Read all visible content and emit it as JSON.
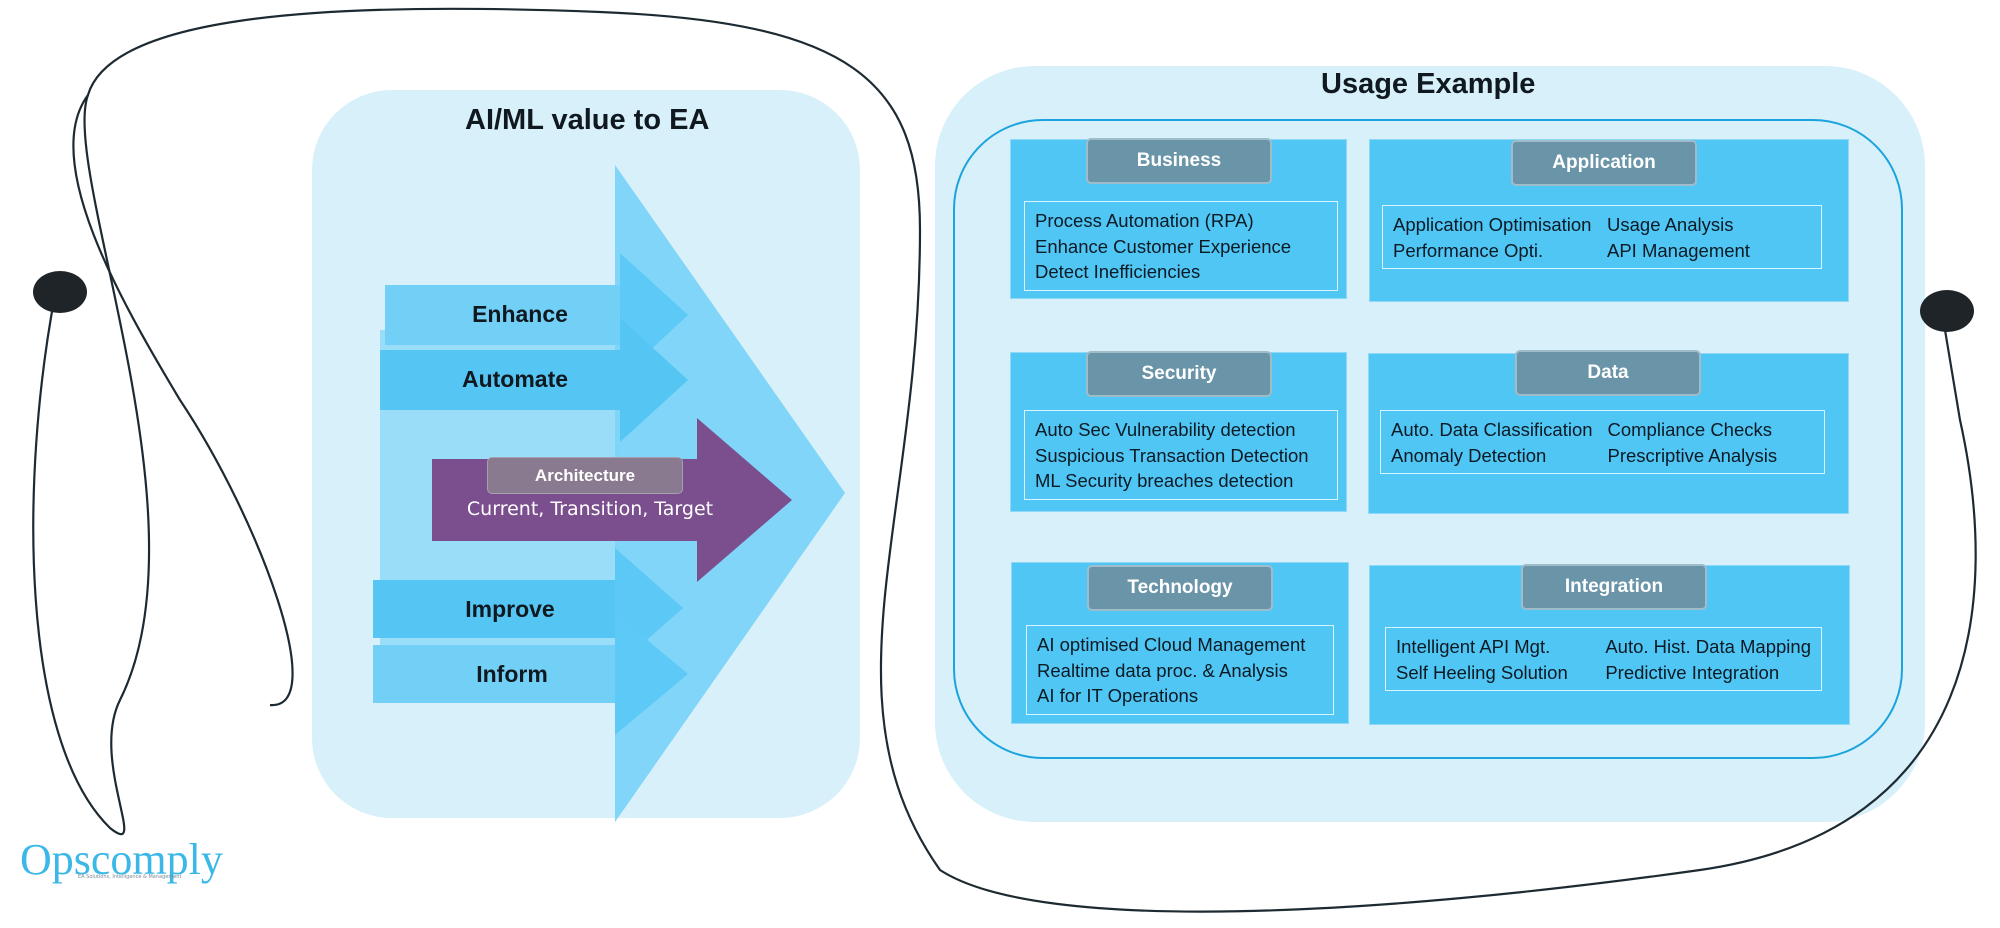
{
  "left_panel": {
    "title": "AI/ML value to EA",
    "arrows": [
      "Enhance",
      "Automate",
      "Improve",
      "Inform"
    ],
    "architecture": {
      "label": "Architecture",
      "subtitle": "Current, Transition, Target"
    }
  },
  "right_panel": {
    "title": "Usage Example",
    "cards": {
      "business": {
        "label": "Business",
        "items": [
          "Process Automation (RPA)",
          "Enhance Customer Experience",
          "Detect Inefficiencies"
        ]
      },
      "application": {
        "label": "Application",
        "items": [
          "Application Optimisation",
          "Usage Analysis",
          "Performance Opti.",
          "API Management"
        ]
      },
      "security": {
        "label": "Security",
        "items": [
          "Auto Sec Vulnerability detection",
          "Suspicious Transaction Detection",
          "ML Security breaches detection"
        ]
      },
      "data": {
        "label": "Data",
        "items": [
          "Auto. Data Classification",
          "Compliance Checks",
          "Anomaly Detection",
          "Prescriptive Analysis"
        ]
      },
      "technology": {
        "label": "Technology",
        "items": [
          "AI optimised Cloud Management",
          "Realtime data proc. & Analysis",
          "AI for IT Operations"
        ]
      },
      "integration": {
        "label": "Integration",
        "items": [
          "Intelligent API Mgt.",
          "Auto. Hist. Data Mapping",
          "Self Heeling Solution",
          "Predictive Integration"
        ]
      }
    }
  },
  "logo": {
    "name": "Opscomply",
    "tagline": "EA Solutions, Intelligence & Management"
  },
  "colors": {
    "panel_bg": "#d7f0fa",
    "arrow_blue": "#50c6f5",
    "architecture_purple": "#7b4e8e",
    "tab_gray": "#6a94a8",
    "frame_blue": "#1aa3dc",
    "logo_blue": "#3cb8e8"
  }
}
